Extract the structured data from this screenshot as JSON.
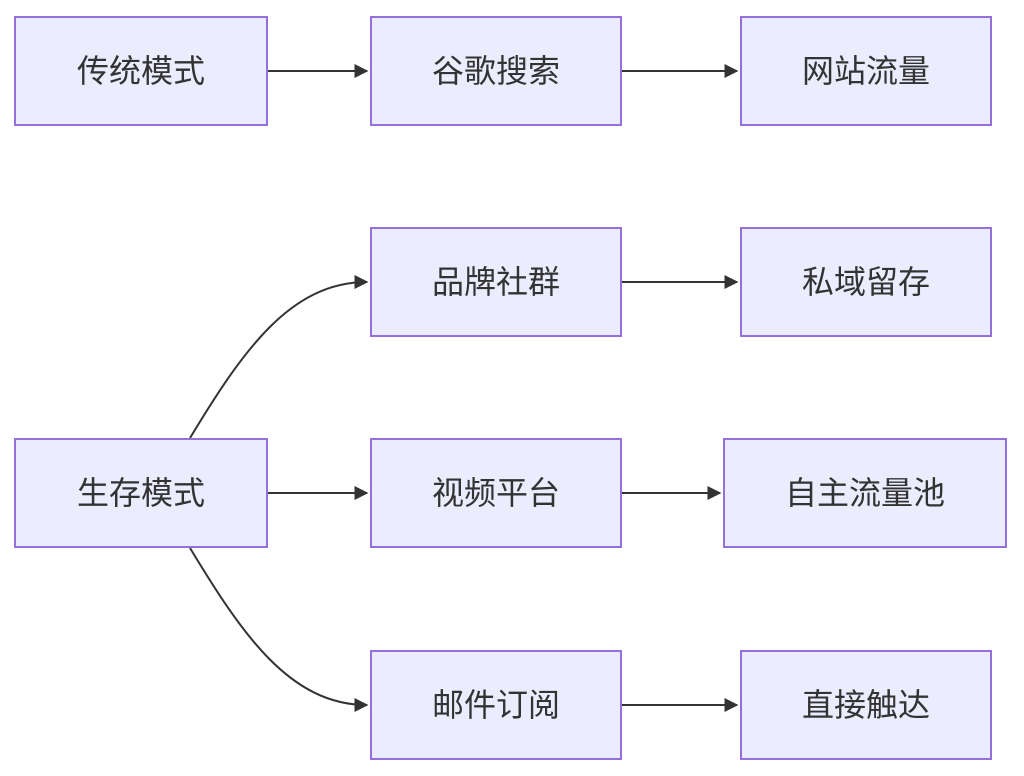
{
  "diagram": {
    "type": "flowchart",
    "direction": "left-to-right",
    "nodes": [
      {
        "id": "traditional",
        "label": "传统模式"
      },
      {
        "id": "google-search",
        "label": "谷歌搜索"
      },
      {
        "id": "site-traffic",
        "label": "网站流量"
      },
      {
        "id": "brand-community",
        "label": "品牌社群"
      },
      {
        "id": "private-retention",
        "label": "私域留存"
      },
      {
        "id": "survival",
        "label": "生存模式"
      },
      {
        "id": "video-platform",
        "label": "视频平台"
      },
      {
        "id": "own-traffic-pool",
        "label": "自主流量池"
      },
      {
        "id": "email-subscription",
        "label": "邮件订阅"
      },
      {
        "id": "direct-reach",
        "label": "直接触达"
      }
    ],
    "edges": [
      {
        "from": "传统模式",
        "to": "谷歌搜索"
      },
      {
        "from": "谷歌搜索",
        "to": "网站流量"
      },
      {
        "from": "生存模式",
        "to": "品牌社群"
      },
      {
        "from": "生存模式",
        "to": "视频平台"
      },
      {
        "from": "生存模式",
        "to": "邮件订阅"
      },
      {
        "from": "品牌社群",
        "to": "私域留存"
      },
      {
        "from": "视频平台",
        "to": "自主流量池"
      },
      {
        "from": "邮件订阅",
        "to": "直接触达"
      }
    ],
    "colors": {
      "node_fill": "#ECECFF",
      "node_border": "#9370DB",
      "edge": "#333333",
      "text": "#333333",
      "background": "#FFFFFF"
    }
  }
}
